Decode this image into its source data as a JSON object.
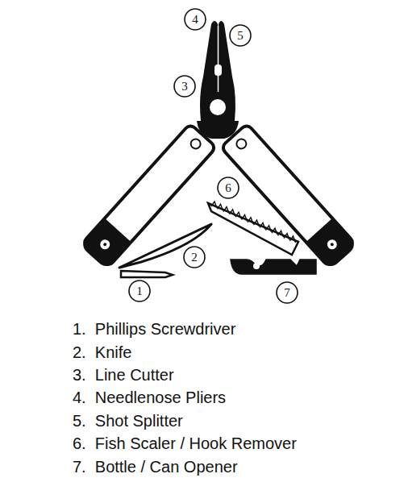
{
  "diagram": {
    "labels": [
      "4",
      "5",
      "3",
      "6",
      "2",
      "1",
      "7",
      "1.  Phillips Screwdriver",
      "2.  Knife",
      "3.  Line Cutter",
      "4.  Needlenose Pliers",
      "5.  Shot Splitter",
      "6.  Fish Scaler / Hook Remover",
      "7.  Bottle / Can Opener"
    ]
  }
}
